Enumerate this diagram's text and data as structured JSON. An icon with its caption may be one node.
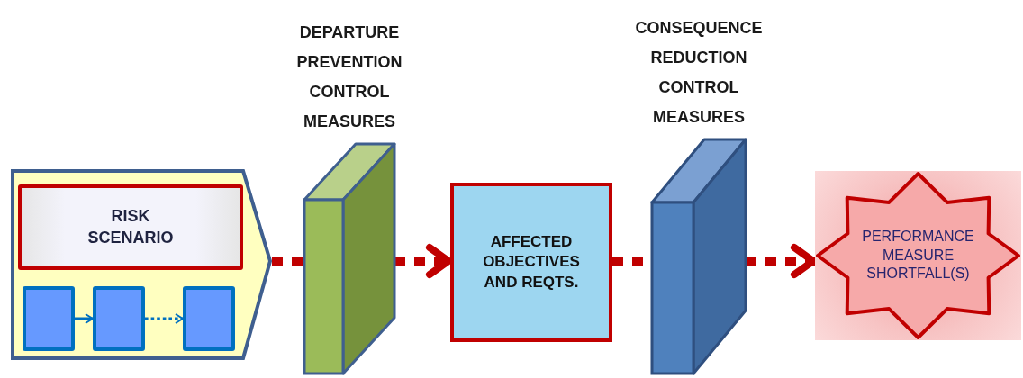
{
  "diagram": {
    "nodes": [
      {
        "text": [],
        "shape": "pentagon"
      },
      {
        "text": [
          "RISK SCENARIO"
        ],
        "in": 0
      },
      {
        "text": [],
        "shape": "box",
        "in": 0
      },
      {
        "text": [],
        "shape": "box",
        "in": 0
      },
      {
        "text": [],
        "shape": "box",
        "in": 0
      },
      {
        "text": [
          "DEPARTURE PREVENTION CONTROL MEASURES"
        ]
      },
      {
        "text": [
          "AFFECTED OBJECTIVES AND REQTS."
        ]
      },
      {
        "text": [
          "CONSEQUENCE REDUCTION CONTROL MEASURES"
        ]
      },
      {
        "text": [
          "PERFORMANCE MEASURE SHORTFALL(S)"
        ]
      }
    ],
    "edges": [
      {
        "from": 2,
        "to": 3,
        "arrow": "to",
        "color": "#0070c0"
      },
      {
        "from": 3,
        "to": 4,
        "arrow": "to",
        "style": "dashed",
        "color": "#0070c0"
      },
      {
        "from": 0,
        "to": 5,
        "arrow": "none",
        "style": "dashed"
      },
      {
        "from": 5,
        "to": 6,
        "arrow": "to",
        "style": "dashed"
      },
      {
        "from": 6,
        "to": 7,
        "arrow": "none",
        "style": "dashed"
      },
      {
        "from": 7,
        "to": 8,
        "arrow": "to",
        "style": "dashed"
      }
    ]
  }
}
